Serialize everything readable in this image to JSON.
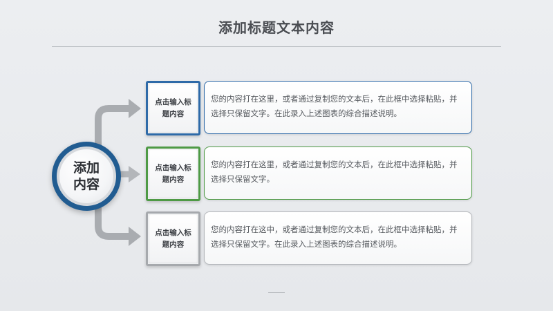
{
  "slide": {
    "title": "添加标题文本内容"
  },
  "center": {
    "label": "添加内容",
    "ring_color": "#215c91"
  },
  "items": [
    {
      "label": "点击输入标题内容",
      "description": "您的内容打在这里，或者通过复制您的文本后，在此框中选择粘贴，并选择只保留文字。在此录入上述图表的综合描述说明。",
      "accent_color": "#2e6aa8"
    },
    {
      "label": "点击输入标题内容",
      "description": "您的内容打在这里，或者通过复制您的文本后，在此框中选择粘贴，并选择只保留文字。",
      "accent_color": "#4e9a45"
    },
    {
      "label": "点击输入标题内容",
      "description": "您的内容打在这中，或者通过复制您的文本后，在此框中选择粘贴，并选择只保留文字。在此录入上述图表的综合描述说明。",
      "accent_color": "#a6a9ad"
    }
  ],
  "colors": {
    "background": "#e9ebee",
    "connector": "#a9acb0",
    "title": "#4a4d52"
  }
}
